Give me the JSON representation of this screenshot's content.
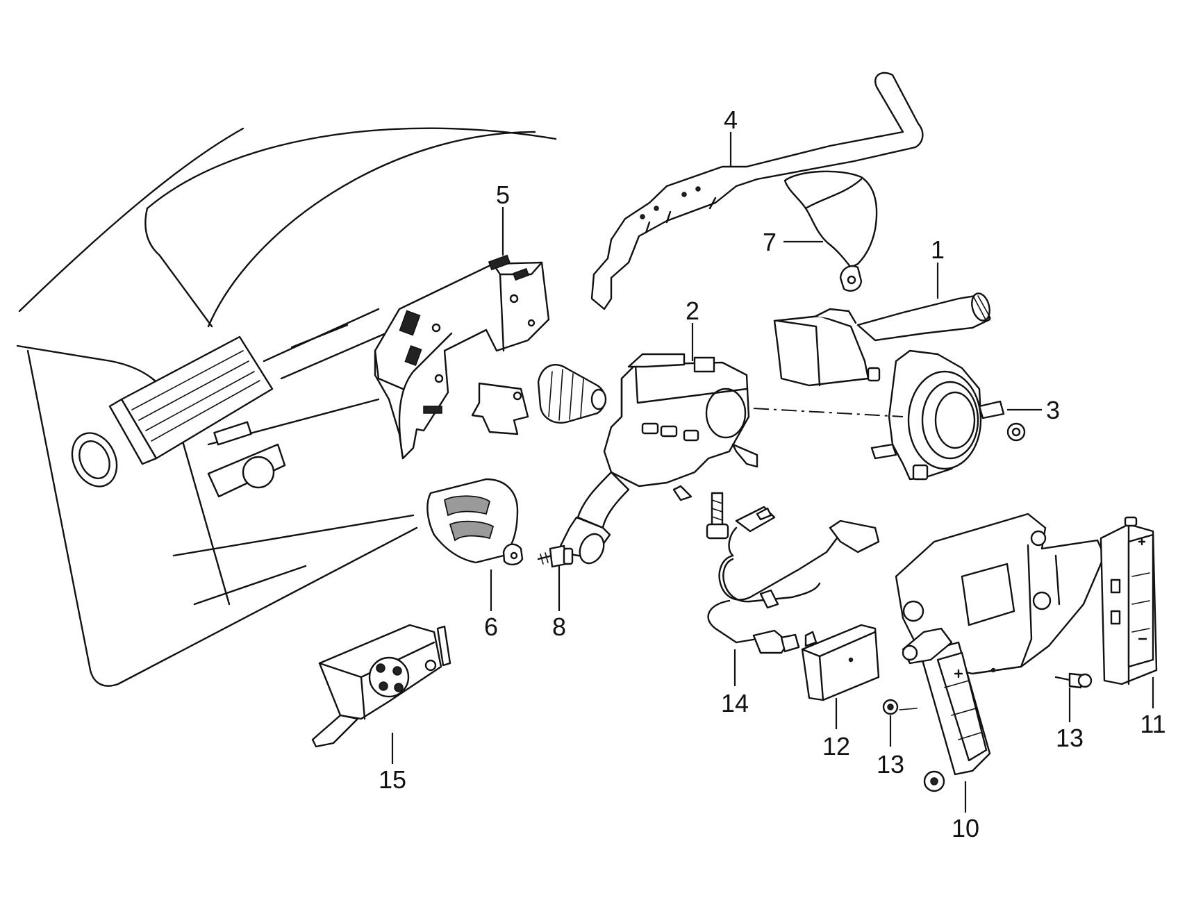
{
  "parts": [
    {
      "id": "part-1",
      "label": "1"
    },
    {
      "id": "part-2",
      "label": "2"
    },
    {
      "id": "part-3",
      "label": "3"
    },
    {
      "id": "part-4",
      "label": "4"
    },
    {
      "id": "part-5",
      "label": "5"
    },
    {
      "id": "part-6",
      "label": "6"
    },
    {
      "id": "part-7",
      "label": "7"
    },
    {
      "id": "part-8",
      "label": "8"
    },
    {
      "id": "part-10",
      "label": "10"
    },
    {
      "id": "part-11",
      "label": "11"
    },
    {
      "id": "part-12",
      "label": "12"
    },
    {
      "id": "part-13a",
      "label": "13"
    },
    {
      "id": "part-13b",
      "label": "13"
    },
    {
      "id": "part-14",
      "label": "14"
    },
    {
      "id": "part-15",
      "label": "15"
    }
  ]
}
